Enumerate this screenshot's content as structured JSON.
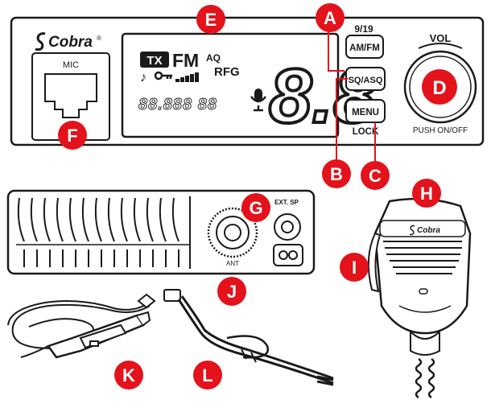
{
  "brand": {
    "logo_text": "Cobra",
    "logo_mark": "®",
    "mic_logo_text": "Cobra"
  },
  "front_panel": {
    "mic_port_label": "MIC",
    "lcd": {
      "tx": "TX",
      "fm": "FM",
      "aq": "AQ",
      "rfg": "RFG",
      "digits": "8.8",
      "dot_matrix": "88.888 88"
    },
    "buttons": {
      "am_fm_top_label": "9/19",
      "am_fm": "AM/FM",
      "sq_asq": "SQ/ASQ",
      "menu": "MENU",
      "menu_bottom_label": "LOCK"
    },
    "knob": {
      "top_label": "VOL",
      "bottom_label": "PUSH ON/OFF"
    }
  },
  "rear_panel": {
    "ext_sp_label": "EXT. SP",
    "ant_label": "ANT"
  },
  "callouts": [
    {
      "id": "A",
      "letter": "A"
    },
    {
      "id": "B",
      "letter": "B"
    },
    {
      "id": "C",
      "letter": "C"
    },
    {
      "id": "D",
      "letter": "D"
    },
    {
      "id": "E",
      "letter": "E"
    },
    {
      "id": "F",
      "letter": "F"
    },
    {
      "id": "G",
      "letter": "G"
    },
    {
      "id": "H",
      "letter": "H"
    },
    {
      "id": "I",
      "letter": "I"
    },
    {
      "id": "J",
      "letter": "J"
    },
    {
      "id": "K",
      "letter": "K"
    },
    {
      "id": "L",
      "letter": "L"
    }
  ],
  "colors": {
    "callout_red": "#e3121b",
    "outline": "#1a1a1a",
    "background": "#ffffff"
  }
}
